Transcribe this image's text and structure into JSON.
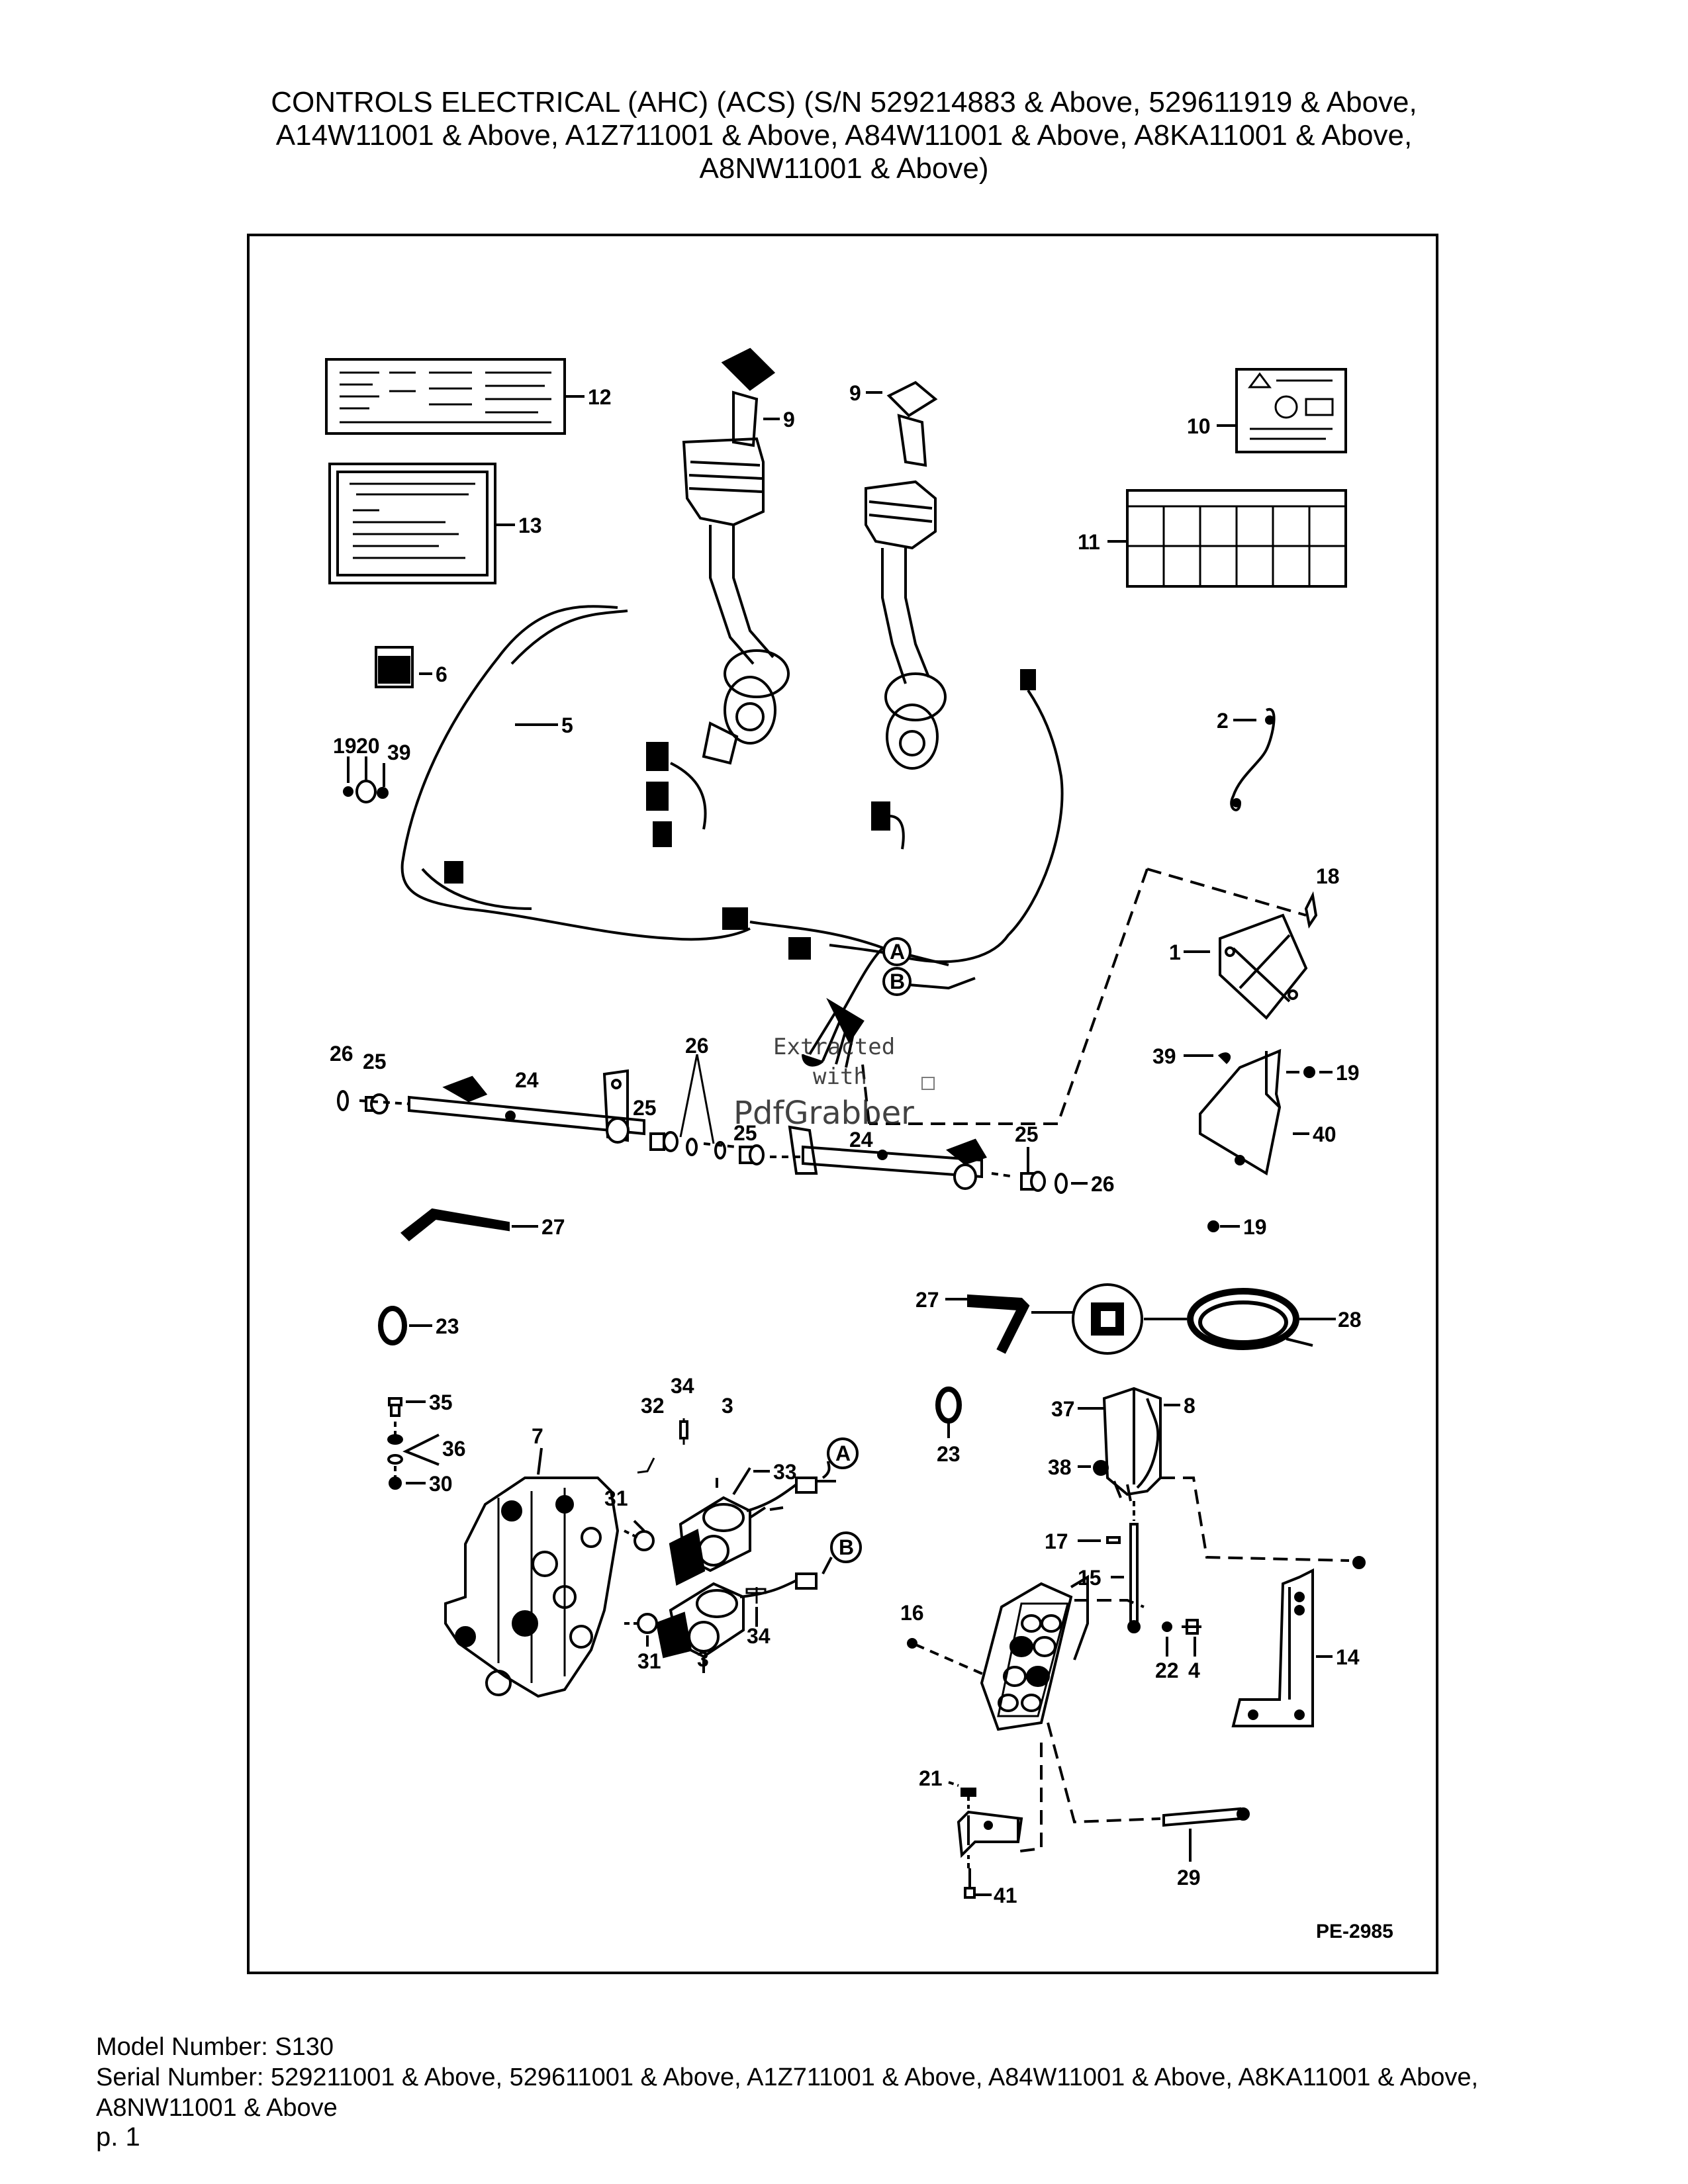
{
  "header": {
    "title_lines": [
      "CONTROLS ELECTRICAL (AHC) (ACS) (S/N 529214883 & Above, 529611919 & Above,",
      "A14W11001 & Above, A1Z711001 & Above, A84W11001 & Above, A8KA11001 & Above,",
      "A8NW11001 & Above)"
    ]
  },
  "diagram": {
    "code": "PE-2985",
    "watermark": {
      "line1": "Extracted",
      "line2": "with",
      "brand": "PdfGrabber"
    },
    "callouts": {
      "c12": "12",
      "c13": "13",
      "c9a": "9",
      "c9b": "9",
      "c10": "10",
      "c11": "11",
      "c6": "6",
      "c5": "5",
      "c19a": "19",
      "c20": "20",
      "c39a": "39",
      "c2": "2",
      "c18": "18",
      "c1": "1",
      "c39b": "39",
      "c19b": "19",
      "c40": "40",
      "c19c": "19",
      "c26a": "26",
      "c25a": "25",
      "c24a": "24",
      "c25b": "25",
      "c26b": "26",
      "c25c": "25",
      "c24b": "24",
      "c25d": "25",
      "c26c": "26",
      "c27a": "27",
      "c23a": "23",
      "c27b": "27",
      "c28": "28",
      "cA1": "A",
      "cB1": "B",
      "c35": "35",
      "c36": "36",
      "c30": "30",
      "c7": "7",
      "c32": "32",
      "c34a": "34",
      "c3a": "3",
      "cA2": "A",
      "c31a": "31",
      "c33": "33",
      "cB2": "B",
      "c31b": "31",
      "c3b": "3",
      "c34b": "34",
      "c23b": "23",
      "c37": "37",
      "c8": "8",
      "c38": "38",
      "c17": "17",
      "c15": "15",
      "c16": "16",
      "c22": "22",
      "c4": "4",
      "c14": "14",
      "c21": "21",
      "c29": "29",
      "c41": "41"
    }
  },
  "footer": {
    "model": "Model Number: S130",
    "serial": "Serial Number: 529211001 & Above, 529611001 & Above, A1Z711001 & Above, A84W11001 & Above, A8KA11001 & Above, A8NW11001 & Above",
    "page": "p. 1"
  }
}
